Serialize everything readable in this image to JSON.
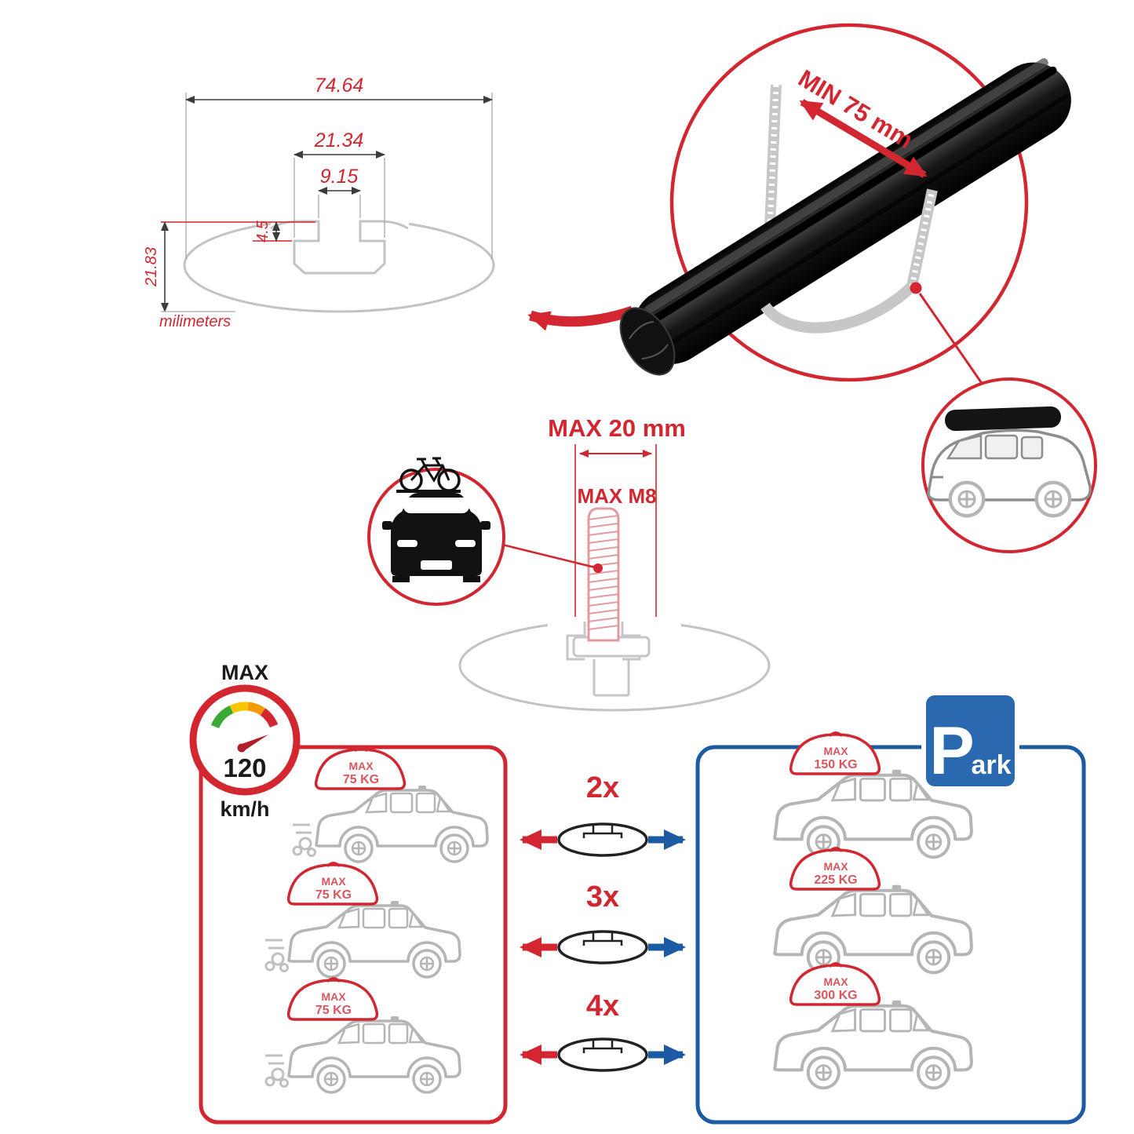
{
  "meta": {
    "title": "Roof rack crossbar fitment infographic"
  },
  "colors": {
    "red": "#d22630",
    "blue": "#1d5aa4",
    "profile_gray": "#c3c3c3",
    "bolt_pink": "#e29ba0",
    "bar_black": "#111111"
  },
  "dimensions": {
    "total_width": "74.64",
    "channel_width": "21.34",
    "slot_width": "9.15",
    "lip_depth": "4.5",
    "total_height": "21.83",
    "units": "milimeters"
  },
  "clamp": {
    "min_label": "MIN 75 mm"
  },
  "bolt": {
    "max_length": "MAX 20 mm",
    "max_thread": "MAX M8"
  },
  "speed": {
    "label": "MAX",
    "value": "120",
    "units": "km/h"
  },
  "park_sign": {
    "letter": "P",
    "rest": "ark"
  },
  "rows": [
    {
      "qty": "2x",
      "drive_max": "MAX",
      "drive_weight": "75 KG",
      "park_max": "MAX",
      "park_weight": "150 KG"
    },
    {
      "qty": "3x",
      "drive_max": "MAX",
      "drive_weight": "75 KG",
      "park_max": "MAX",
      "park_weight": "225 KG"
    },
    {
      "qty": "4x",
      "drive_max": "MAX",
      "drive_weight": "75 KG",
      "park_max": "MAX",
      "park_weight": "300 KG"
    }
  ]
}
